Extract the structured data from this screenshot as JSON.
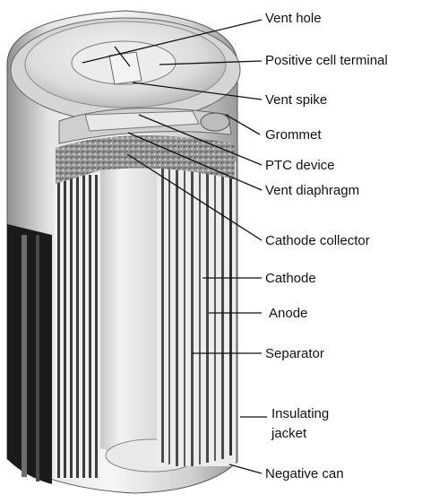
{
  "labels": {
    "vent_hole": "Vent hole",
    "positive_terminal": "Positive cell terminal",
    "vent_spike": "Vent spike",
    "grommet": "Grommet",
    "ptc_device": "PTC device",
    "vent_diaphragm": "Vent diaphragm",
    "cathode_collector": "Cathode collector",
    "cathode": "Cathode",
    "anode": "Anode",
    "separator": "Separator",
    "insulating_jacket_line1": "Insulating",
    "insulating_jacket_line2": "jacket",
    "negative_can": "Negative can"
  }
}
